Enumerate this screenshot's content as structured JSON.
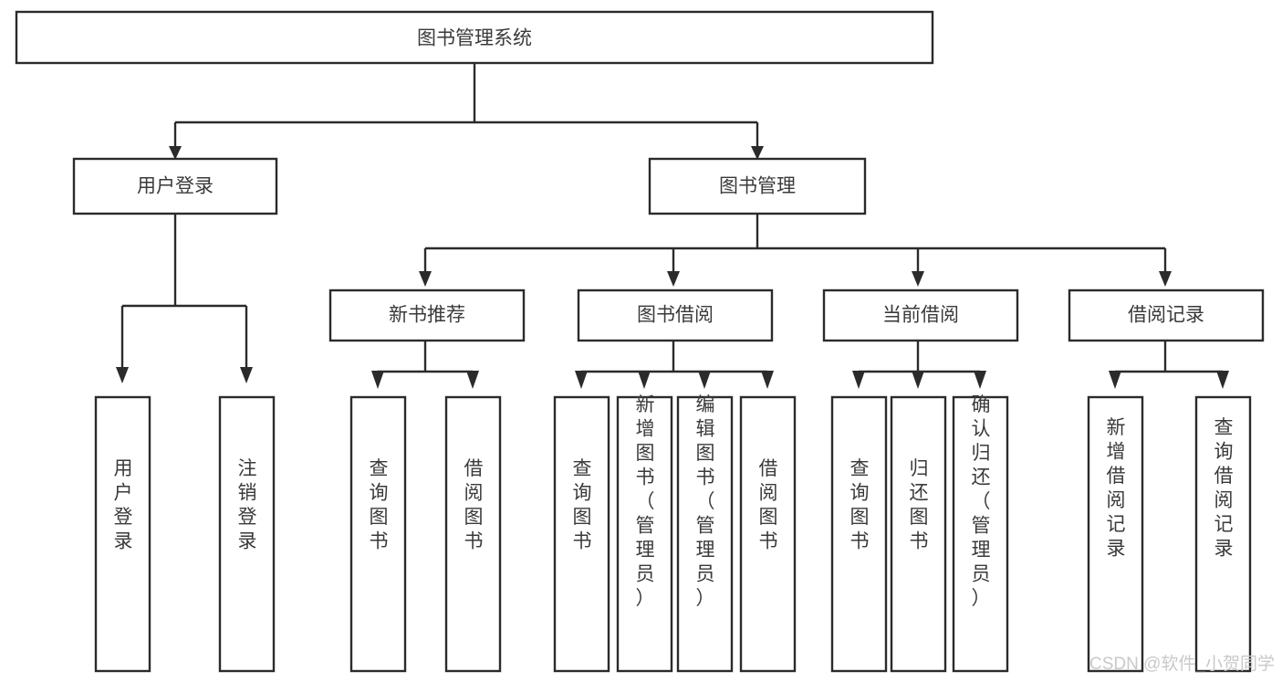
{
  "diagram": {
    "type": "tree-hierarchy-chart",
    "title": "图书管理系统",
    "background_color": "#ffffff",
    "stroke_color": "#2b2b2b",
    "text_color": "#3a3a3a",
    "root": {
      "label": "图书管理系统"
    },
    "level1": [
      {
        "label": "用户登录"
      },
      {
        "label": "图书管理"
      }
    ],
    "level2": [
      {
        "label": "新书推荐",
        "parent": "图书管理"
      },
      {
        "label": "图书借阅",
        "parent": "图书管理"
      },
      {
        "label": "当前借阅",
        "parent": "图书管理"
      },
      {
        "label": "借阅记录",
        "parent": "图书管理"
      }
    ],
    "leaves": {
      "user_login": [
        {
          "label": "用户登录"
        },
        {
          "label": "注销登录"
        }
      ],
      "new_book_recommend": [
        {
          "label": "查询图书"
        },
        {
          "label": "借阅图书"
        }
      ],
      "book_borrow": [
        {
          "label": "查询图书"
        },
        {
          "label": "新增图书（管理员）"
        },
        {
          "label": "编辑图书（管理员）"
        },
        {
          "label": "借阅图书"
        }
      ],
      "current_borrow": [
        {
          "label": "查询图书"
        },
        {
          "label": "归还图书"
        },
        {
          "label": "确认归还（管理员）"
        }
      ],
      "borrow_record": [
        {
          "label": "新增借阅记录"
        },
        {
          "label": "查询借阅记录"
        }
      ]
    }
  },
  "watermark": {
    "text": "CSDN @软件_小贺同学",
    "color": "#c9c9c9"
  }
}
